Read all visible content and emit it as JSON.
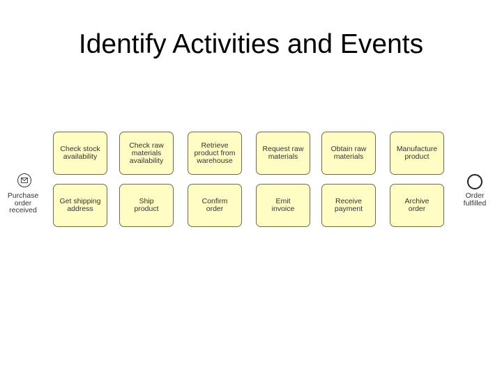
{
  "slide": {
    "title": "Identify Activities and Events"
  },
  "events": {
    "start": {
      "label": "Purchase\norder\nreceived",
      "icon": "envelope-icon"
    },
    "end": {
      "label": "Order\nfulfilled"
    }
  },
  "tasks": {
    "row1": [
      "Check stock\navailability",
      "Check raw\nmaterials\navailability",
      "Retrieve\nproduct from\nwarehouse",
      "Request raw\nmaterials",
      "Obtain raw\nmaterials",
      "Manufacture\nproduct"
    ],
    "row2": [
      "Get shipping\naddress",
      "Ship\nproduct",
      "Confirm\norder",
      "Emit\ninvoice",
      "Receive\npayment",
      "Archive\norder"
    ]
  },
  "colors": {
    "task_fill": "#fffcc4",
    "task_border": "#6b6b55",
    "text": "#333333"
  }
}
